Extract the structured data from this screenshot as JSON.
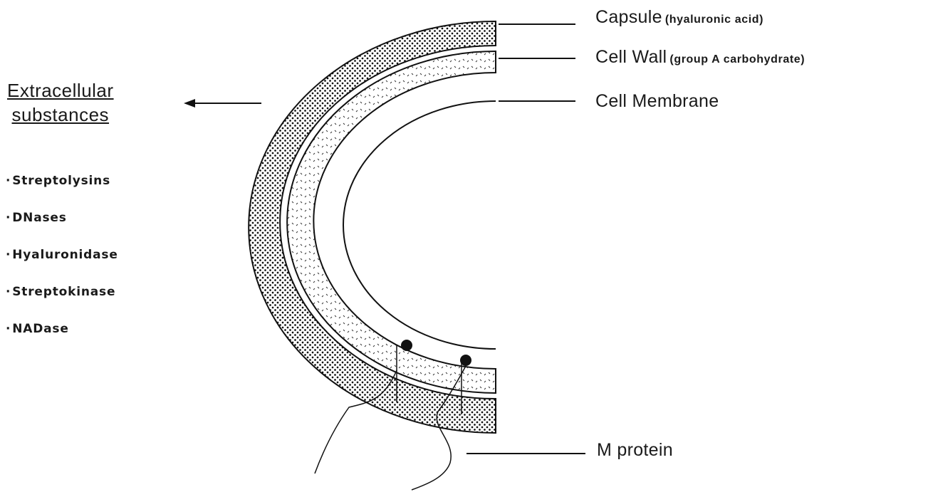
{
  "labels": {
    "capsule": {
      "main": "Capsule",
      "sub": "(hyaluronic acid)"
    },
    "cell_wall": {
      "main": "Cell Wall",
      "sub": "(group A carbohydrate)"
    },
    "cell_membrane": {
      "main": "Cell Membrane"
    },
    "m_protein": {
      "main": "M protein"
    }
  },
  "extracellular": {
    "heading_line1": "Extracellular",
    "heading_line2": "substances",
    "items": [
      "Streptolysins",
      "DNases",
      "Hyaluronidase",
      "Streptokinase",
      "NADase"
    ]
  },
  "colors": {
    "ink": "#1a1a1a",
    "background": "#ffffff"
  }
}
